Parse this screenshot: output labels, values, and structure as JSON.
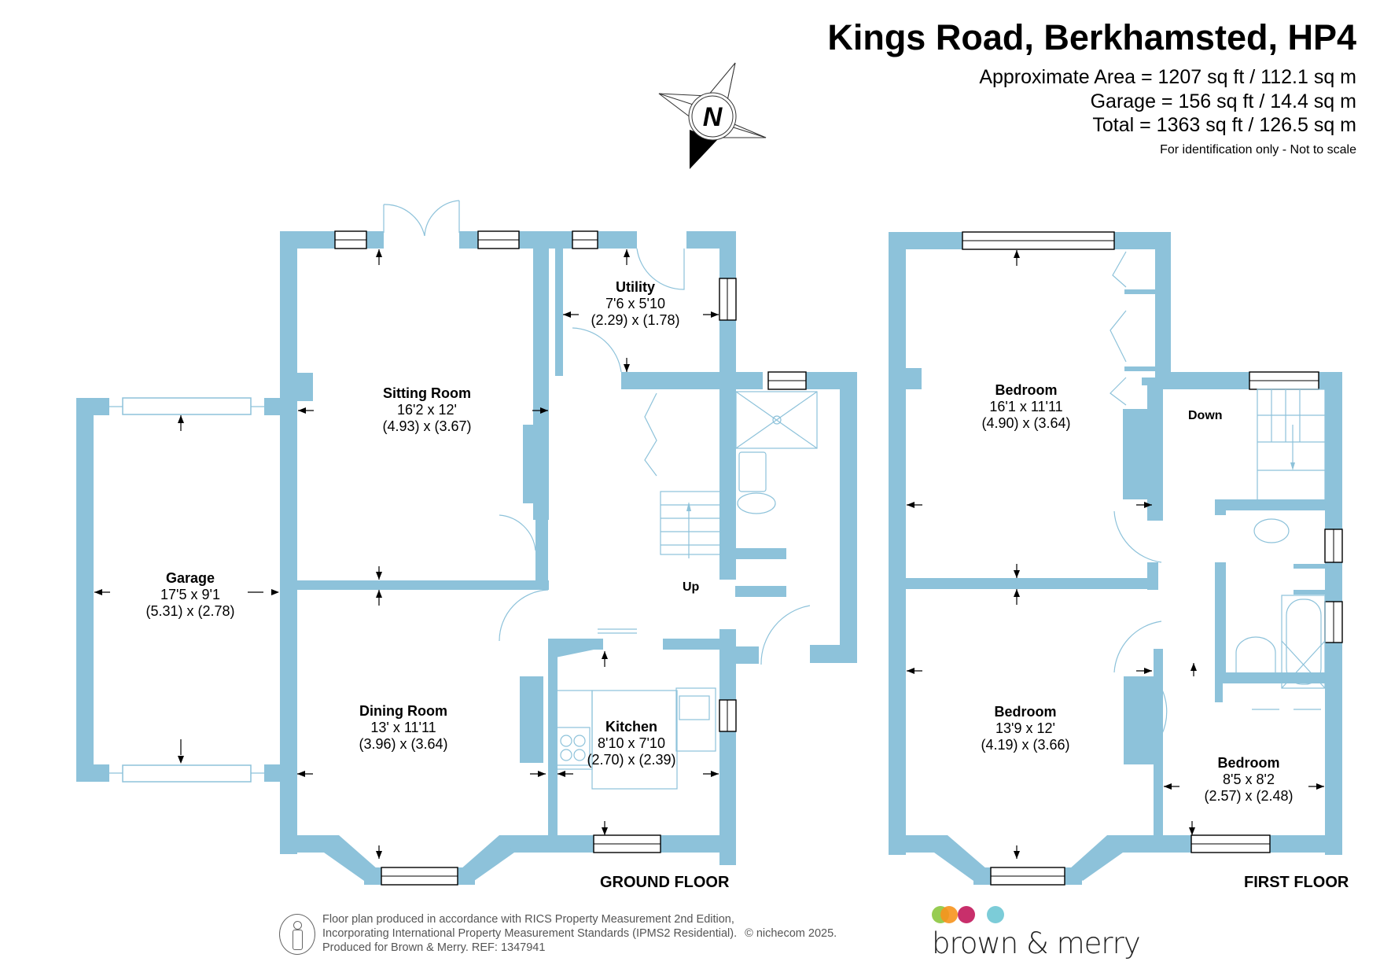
{
  "header": {
    "title": "Kings Road, Berkhamsted, HP4",
    "areas": [
      "Approximate Area = 1207 sq ft / 112.1 sq m",
      "Garage = 156 sq ft / 14.4 sq m",
      "Total = 1363 sq ft / 126.5 sq m"
    ],
    "note": "For identification only - Not to scale"
  },
  "compass": {
    "label": "N",
    "icon": "north-compass-icon"
  },
  "ground_floor": {
    "label": "GROUND FLOOR",
    "rooms": [
      {
        "name": "Garage",
        "imperial": "17'5 x 9'1",
        "metric": "(5.31) x (2.78)"
      },
      {
        "name": "Sitting Room",
        "imperial": "16'2 x 12'",
        "metric": "(4.93) x (3.67)"
      },
      {
        "name": "Utility",
        "imperial": "7'6 x 5'10",
        "metric": "(2.29) x (1.78)"
      },
      {
        "name": "Dining Room",
        "imperial": "13' x 11'11",
        "metric": "(3.96) x (3.64)"
      },
      {
        "name": "Kitchen",
        "imperial": "8'10 x 7'10",
        "metric": "(2.70) x (2.39)"
      }
    ],
    "stairs_label": "Up"
  },
  "first_floor": {
    "label": "FIRST FLOOR",
    "rooms": [
      {
        "name": "Bedroom",
        "imperial": "16'1 x 11'11",
        "metric": "(4.90) x (3.64)"
      },
      {
        "name": "Bedroom",
        "imperial": "13'9 x 12'",
        "metric": "(4.19) x (3.66)"
      },
      {
        "name": "Bedroom",
        "imperial": "8'5 x 8'2",
        "metric": "(2.57) x (2.48)"
      }
    ],
    "stairs_label": "Down"
  },
  "footer": {
    "lines": [
      "Floor plan produced in accordance with RICS Property Measurement 2nd Edition,",
      "Incorporating International Property Measurement Standards (IPMS2 Residential).",
      "Produced for Brown & Merry.   REF: 1347941"
    ],
    "copyright": "© nichecom 2025."
  },
  "brand": {
    "name": "brown & merry",
    "dot_colors": [
      "#8cc63f",
      "#f7941d",
      "#c2185b",
      "#6ec6d4"
    ]
  },
  "colors": {
    "wall": "#8dc2da"
  }
}
